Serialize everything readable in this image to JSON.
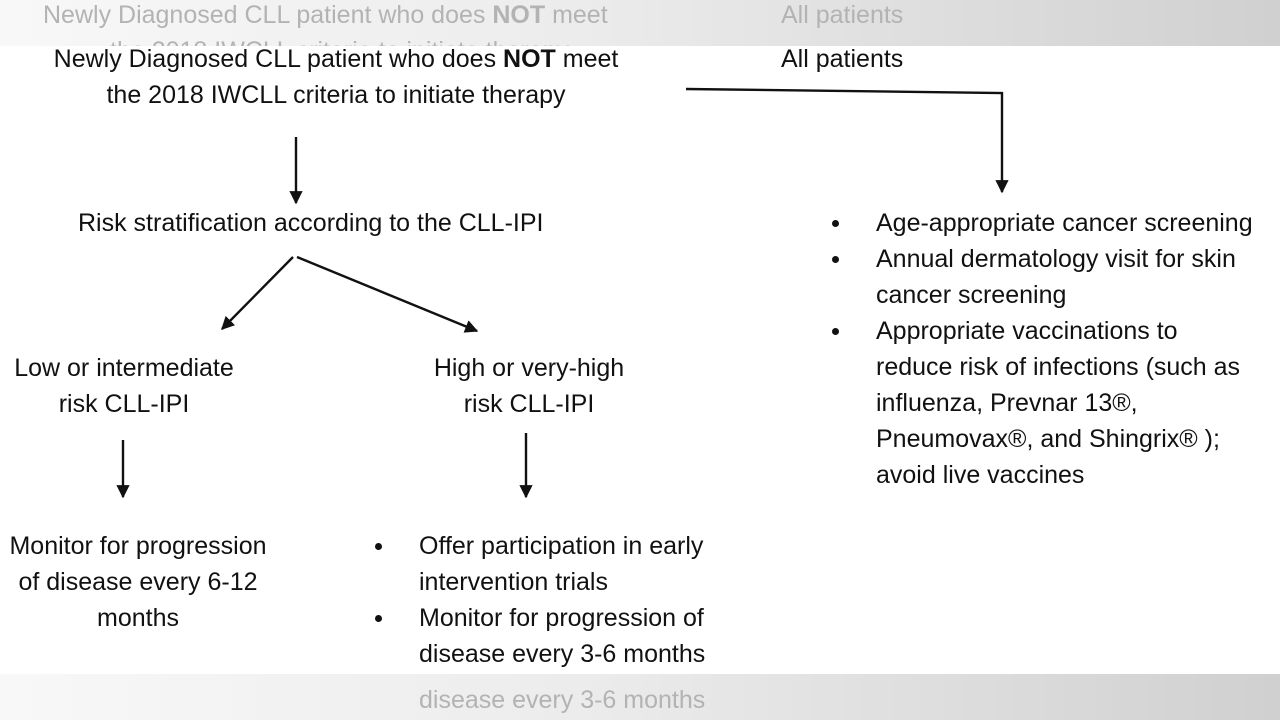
{
  "top_left": {
    "line1_pre": "Newly Diagnosed CLL patient who does ",
    "line1_bold": "NOT",
    "line1_post": " meet",
    "line2": "the 2018 IWCLL criteria to initiate therapy"
  },
  "top_right": {
    "label": "All patients"
  },
  "ghost": {
    "top_left_pre": "Newly Diagnosed CLL patient who does ",
    "top_left_bold": "NOT",
    "top_left_post": " meet",
    "top_left_line2_fragment": "the 2018 IWCLL criteria to initiate therapy",
    "top_right": "All patients",
    "bottom": "disease every 3-6 months"
  },
  "risk_strat": {
    "label": "Risk stratification according to the CLL-IPI"
  },
  "low_risk": {
    "line1": "Low or intermediate",
    "line2": "risk CLL-IPI"
  },
  "high_risk": {
    "line1": "High or very-high",
    "line2": "risk CLL-IPI"
  },
  "low_action": {
    "line1": "Monitor for progression",
    "line2": "of disease every 6-12",
    "line3": "months"
  },
  "high_actions": {
    "items": [
      {
        "line1": "Offer participation in early",
        "line2": "intervention trials"
      },
      {
        "line1": "Monitor for progression of",
        "line2": "disease every 3-6 months"
      }
    ]
  },
  "all_patients_actions": {
    "items": [
      {
        "lines": [
          "Age-appropriate cancer screening"
        ]
      },
      {
        "lines": [
          "Annual dermatology visit for skin",
          "cancer screening"
        ]
      },
      {
        "lines": [
          "Appropriate vaccinations to",
          "reduce risk of infections (such as",
          "influenza, Prevnar 13®,",
          "Pneumovax®, and  Shingrix® );",
          "avoid live vaccines"
        ]
      }
    ]
  }
}
